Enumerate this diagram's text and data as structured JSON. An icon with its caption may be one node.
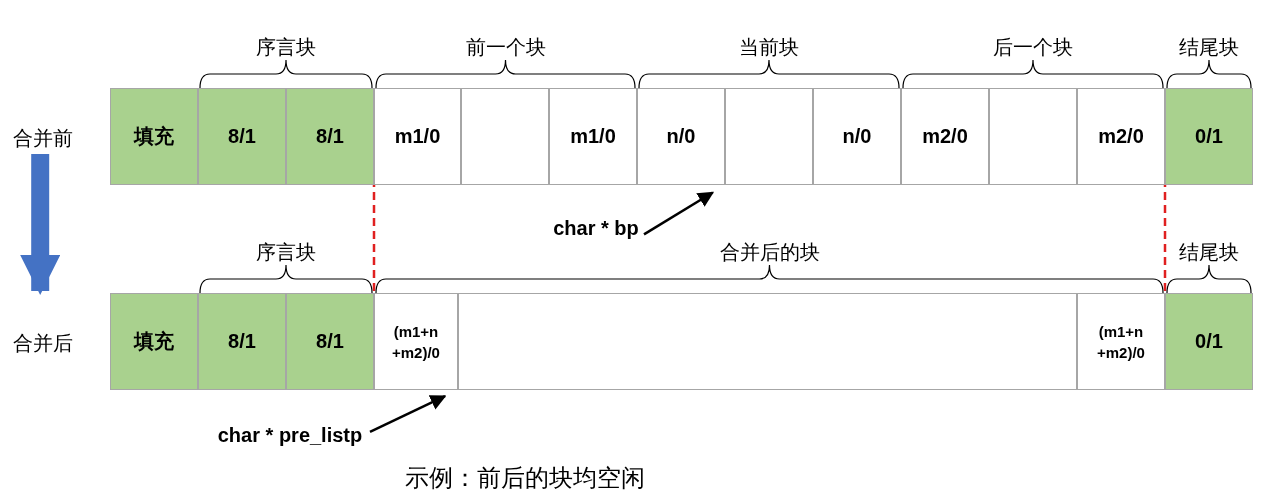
{
  "diagram": {
    "caption": "示例：前后的块均空闲",
    "nodes": [
      {
        "text": [
          "合并前"
        ]
      },
      {
        "text": [
          "合并后"
        ]
      },
      {
        "text": [
          "填充"
        ]
      },
      {
        "text": [
          "8/1"
        ]
      },
      {
        "text": [
          "8/1"
        ]
      },
      {
        "text": [
          "m1/0"
        ]
      },
      {
        "text": [],
        "shape": "box"
      },
      {
        "text": [
          "m1/0"
        ]
      },
      {
        "text": [
          "n/0"
        ]
      },
      {
        "text": [],
        "shape": "box"
      },
      {
        "text": [
          "n/0"
        ]
      },
      {
        "text": [
          "m2/0"
        ]
      },
      {
        "text": [],
        "shape": "box"
      },
      {
        "text": [
          "m2/0"
        ]
      },
      {
        "text": [
          "0/1"
        ]
      },
      {
        "text": [
          "char * bp"
        ]
      },
      {
        "text": [
          "填充"
        ]
      },
      {
        "text": [
          "8/1"
        ]
      },
      {
        "text": [
          "8/1"
        ]
      },
      {
        "text": [
          "(m1+n +m2)/0"
        ]
      },
      {
        "text": [],
        "shape": "box"
      },
      {
        "text": [
          "(m1+n +m2)/0"
        ]
      },
      {
        "text": [
          "0/1"
        ]
      },
      {
        "text": [
          "char * pre_listp"
        ]
      }
    ],
    "edges": [
      {
        "from": 0,
        "to": 1,
        "arrow": "to",
        "style": "thick",
        "color": "#4472c4"
      },
      {
        "from": 15,
        "to": 9,
        "arrow": "to"
      },
      {
        "from": 23,
        "to": 20,
        "arrow": "to"
      }
    ],
    "labels": [
      "序言块",
      "前一个块",
      "当前块",
      "后一个块",
      "结尾块",
      "序言块",
      "合并后的块",
      "结尾块"
    ]
  }
}
